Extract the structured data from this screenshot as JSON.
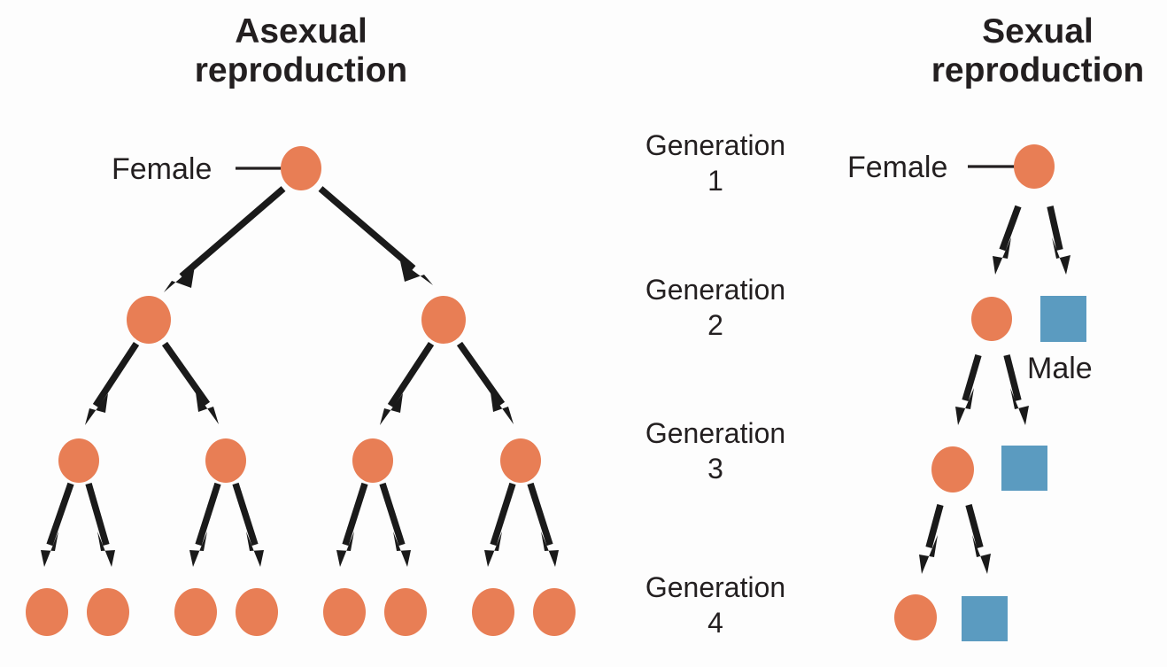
{
  "panels": {
    "left": {
      "title_line1": "Asexual",
      "title_line2": "reproduction",
      "root_label": "Female"
    },
    "right": {
      "title_line1": "Sexual",
      "title_line2": "reproduction",
      "root_label": "Female",
      "male_label": "Male"
    }
  },
  "generations": [
    {
      "word": "Generation",
      "number": "1"
    },
    {
      "word": "Generation",
      "number": "2"
    },
    {
      "word": "Generation",
      "number": "3"
    },
    {
      "word": "Generation",
      "number": "4"
    }
  ],
  "colors": {
    "female": "#e87e55",
    "male": "#5b9bc0",
    "ink": "#231f20",
    "background": "#fdfdfd"
  },
  "chart_data": {
    "type": "diagram",
    "title": "Asexual vs Sexual reproduction across four generations",
    "legend": [
      {
        "shape": "circle",
        "color": "#e87e55",
        "label": "Female"
      },
      {
        "shape": "square",
        "color": "#5b9bc0",
        "label": "Male"
      }
    ],
    "series": [
      {
        "name": "Asexual reproduction",
        "offspring_counts": [
          1,
          2,
          4,
          8
        ],
        "females_per_generation": [
          1,
          2,
          4,
          8
        ],
        "males_per_generation": [
          0,
          0,
          0,
          0
        ]
      },
      {
        "name": "Sexual reproduction",
        "offspring_counts": [
          1,
          2,
          2,
          2
        ],
        "females_per_generation": [
          1,
          1,
          1,
          1
        ],
        "males_per_generation": [
          0,
          1,
          1,
          1
        ]
      }
    ],
    "categories": [
      "Generation 1",
      "Generation 2",
      "Generation 3",
      "Generation 4"
    ]
  }
}
